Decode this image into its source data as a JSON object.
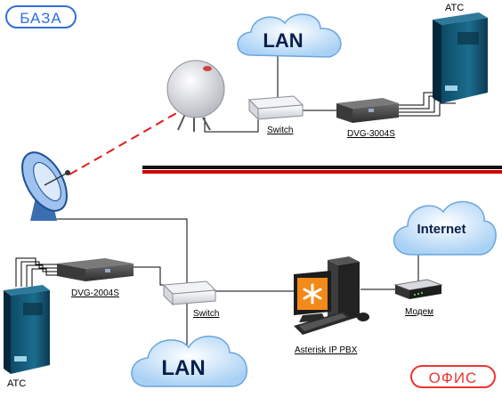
{
  "zones": {
    "base_label": "БАЗА",
    "office_label": "ОФИС"
  },
  "devices": {
    "lan_top": "LAN",
    "lan_bottom": "LAN",
    "internet": "Internet",
    "switch_top": "Switch",
    "switch_bottom": "Switch",
    "gateway_top": "DVG-3004S",
    "gateway_bottom": "DVG-2004S",
    "pbx_top": "АТС",
    "pbx_bottom": "АТС",
    "asterisk": "Asterisk IP PBX",
    "modem": "Модем"
  },
  "colors": {
    "zone_base": "#2f6fe0",
    "zone_office": "#e33333",
    "radio_link": "#e31b1b",
    "divider_red": "#cc0000",
    "cloud": "#cfe6fb"
  }
}
